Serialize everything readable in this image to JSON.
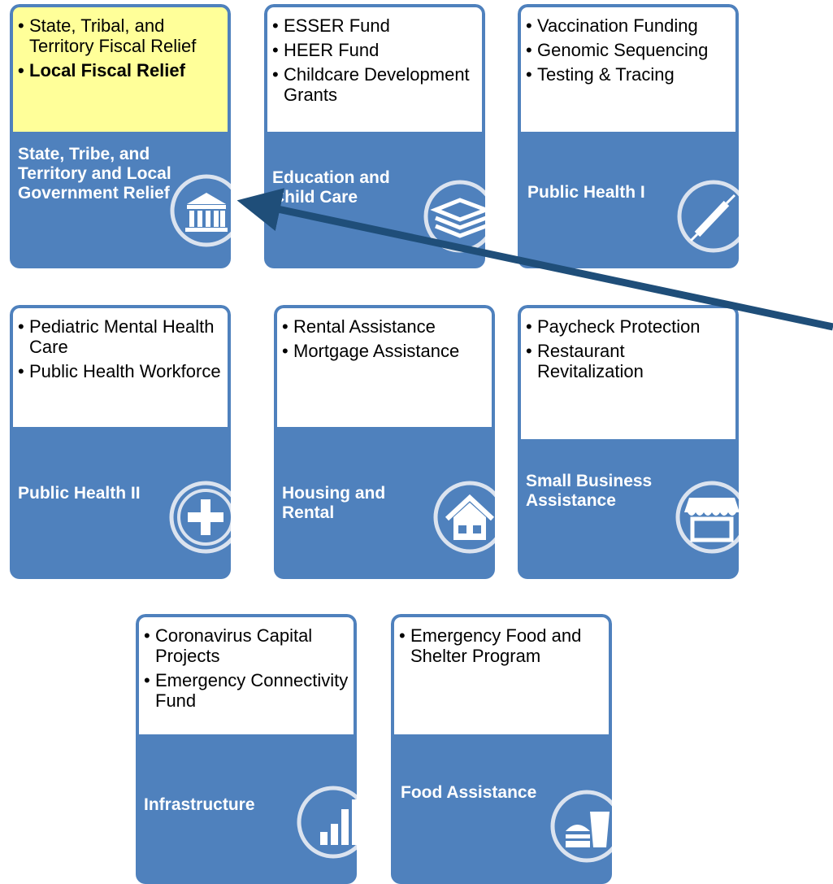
{
  "colors": {
    "accent": "#4f81bd",
    "highlight": "#ffff99",
    "arrow": "#1f4e79"
  },
  "cards": [
    {
      "category": "State, Tribe, and Territory and Local Government Relief",
      "icon": "government-building-icon",
      "highlighted": true,
      "items": [
        {
          "text": "State, Tribal, and Territory Fiscal Relief"
        },
        {
          "text": "Local Fiscal Relief",
          "bold": true
        }
      ]
    },
    {
      "category": "Education and Child Care",
      "icon": "books-icon",
      "items": [
        {
          "text": "ESSER Fund"
        },
        {
          "text": "HEER Fund"
        },
        {
          "text": "Childcare Development Grants"
        }
      ]
    },
    {
      "category": "Public Health I",
      "icon": "syringe-icon",
      "items": [
        {
          "text": "Vaccination Funding"
        },
        {
          "text": "Genomic Sequencing"
        },
        {
          "text": "Testing & Tracing"
        }
      ]
    },
    {
      "category": "Public Health II",
      "icon": "medical-cross-icon",
      "items": [
        {
          "text": "Pediatric Mental Health Care"
        },
        {
          "text": "Public Health Workforce"
        }
      ]
    },
    {
      "category": "Housing and Rental",
      "icon": "house-icon",
      "items": [
        {
          "text": "Rental Assistance"
        },
        {
          "text": "Mortgage Assistance"
        }
      ]
    },
    {
      "category": "Small Business Assistance",
      "icon": "storefront-icon",
      "items": [
        {
          "text": "Paycheck Protection"
        },
        {
          "text": "Restaurant Revitalization"
        }
      ]
    },
    {
      "category": "Infrastructure",
      "icon": "bar-chart-icon",
      "items": [
        {
          "text": "Coronavirus Capital Projects"
        },
        {
          "text": "Emergency Connectivity Fund"
        }
      ]
    },
    {
      "category": "Food Assistance",
      "icon": "food-icon",
      "items": [
        {
          "text": "Emergency Food and Shelter Program"
        }
      ]
    }
  ]
}
